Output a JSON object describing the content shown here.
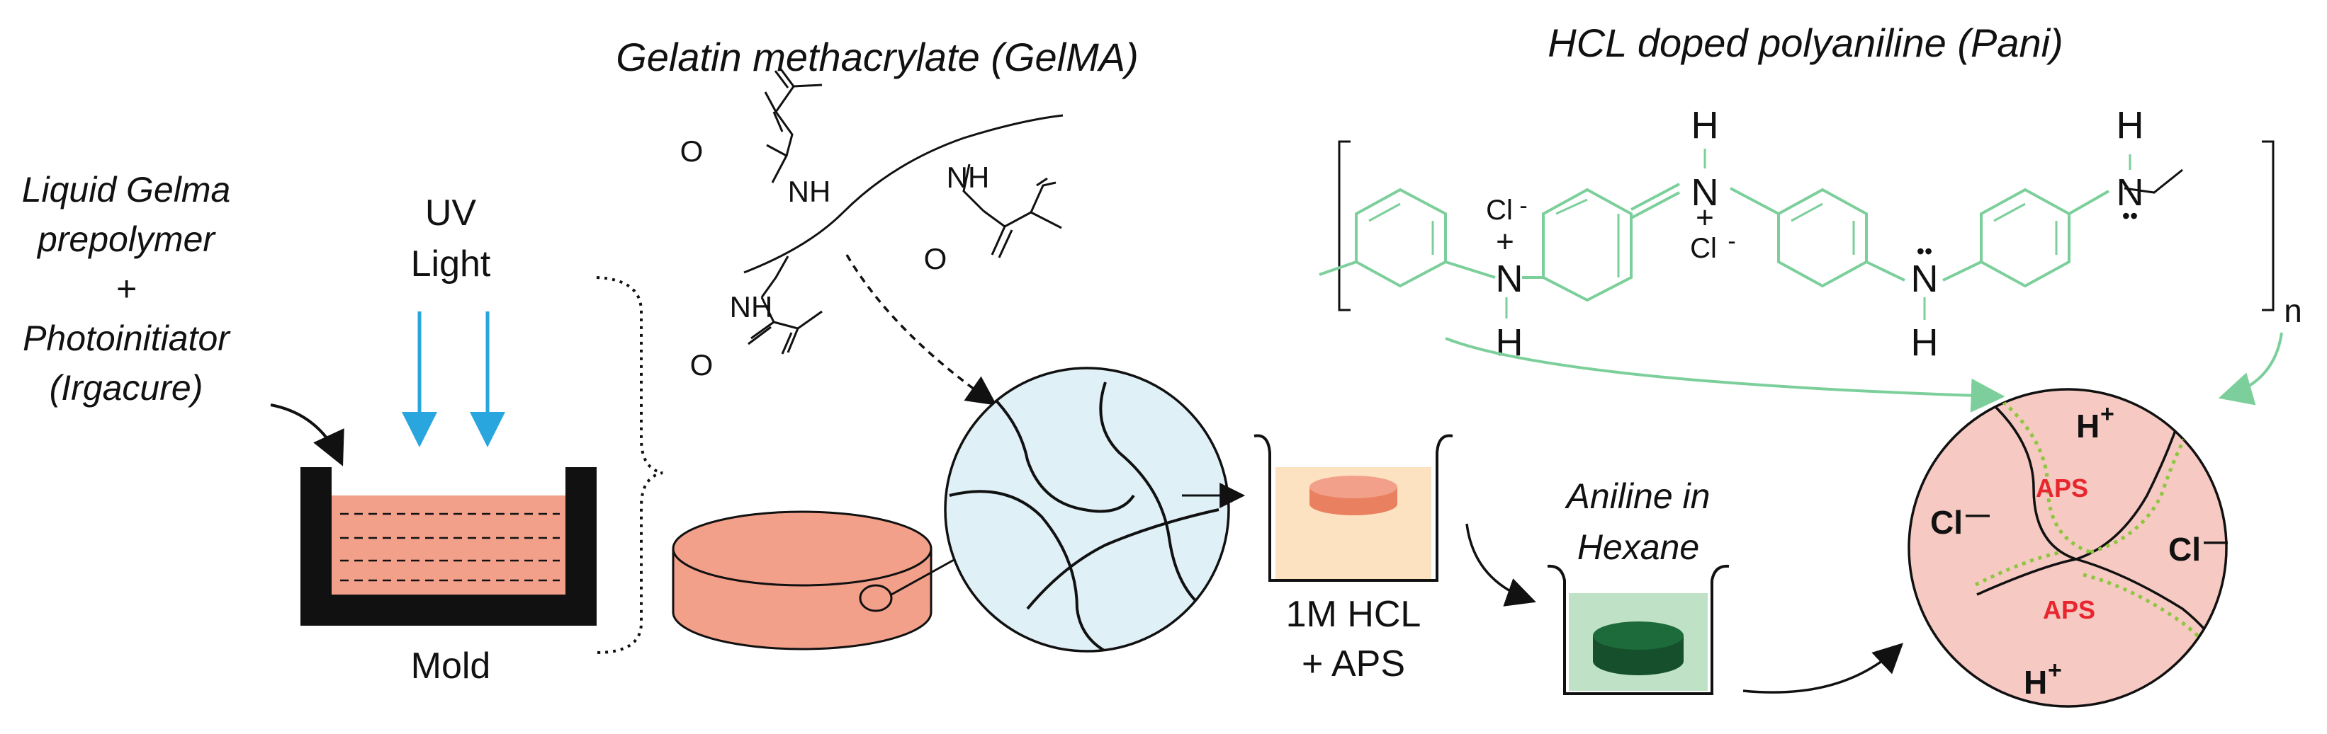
{
  "labels": {
    "prepolymer": [
      "Liquid Gelma",
      "prepolymer",
      "+",
      "Photoinitiator",
      "(Irgacure)"
    ],
    "uv": [
      "UV",
      "Light"
    ],
    "mold": "Mold",
    "gelma_title": "Gelatin methacrylate (GelMA)",
    "pani_title": "HCL doped polyaniline (Pani)",
    "hcl": [
      "1M HCL",
      "+ APS"
    ],
    "aniline": [
      "Aniline in",
      "Hexane"
    ],
    "n_sub": "n"
  },
  "chem": {
    "o": "O",
    "nh": "NH",
    "n": "N",
    "h": "H",
    "cl_minus": "Cl",
    "minus": "-",
    "plus": "+",
    "lone_pair": "••"
  },
  "network": {
    "aps": "APS",
    "h_plus": "H",
    "cl_minus": "Cl",
    "plus": "+",
    "minus": "—"
  },
  "colors": {
    "gel_salmon": "#f3a08a",
    "gel_dark": "#e9805f",
    "uv_blue": "#2aa6df",
    "network_blue": "#dff0f7",
    "hcl_bath": "#fde2c1",
    "hexane_bath": "#bfe2c6",
    "pani_disc": "#1d6b3a",
    "pani_green": "#7ccf9b",
    "doped_pink": "#f6c9c3",
    "aps_red": "#e8262d",
    "dot_green": "#8dc63f"
  }
}
